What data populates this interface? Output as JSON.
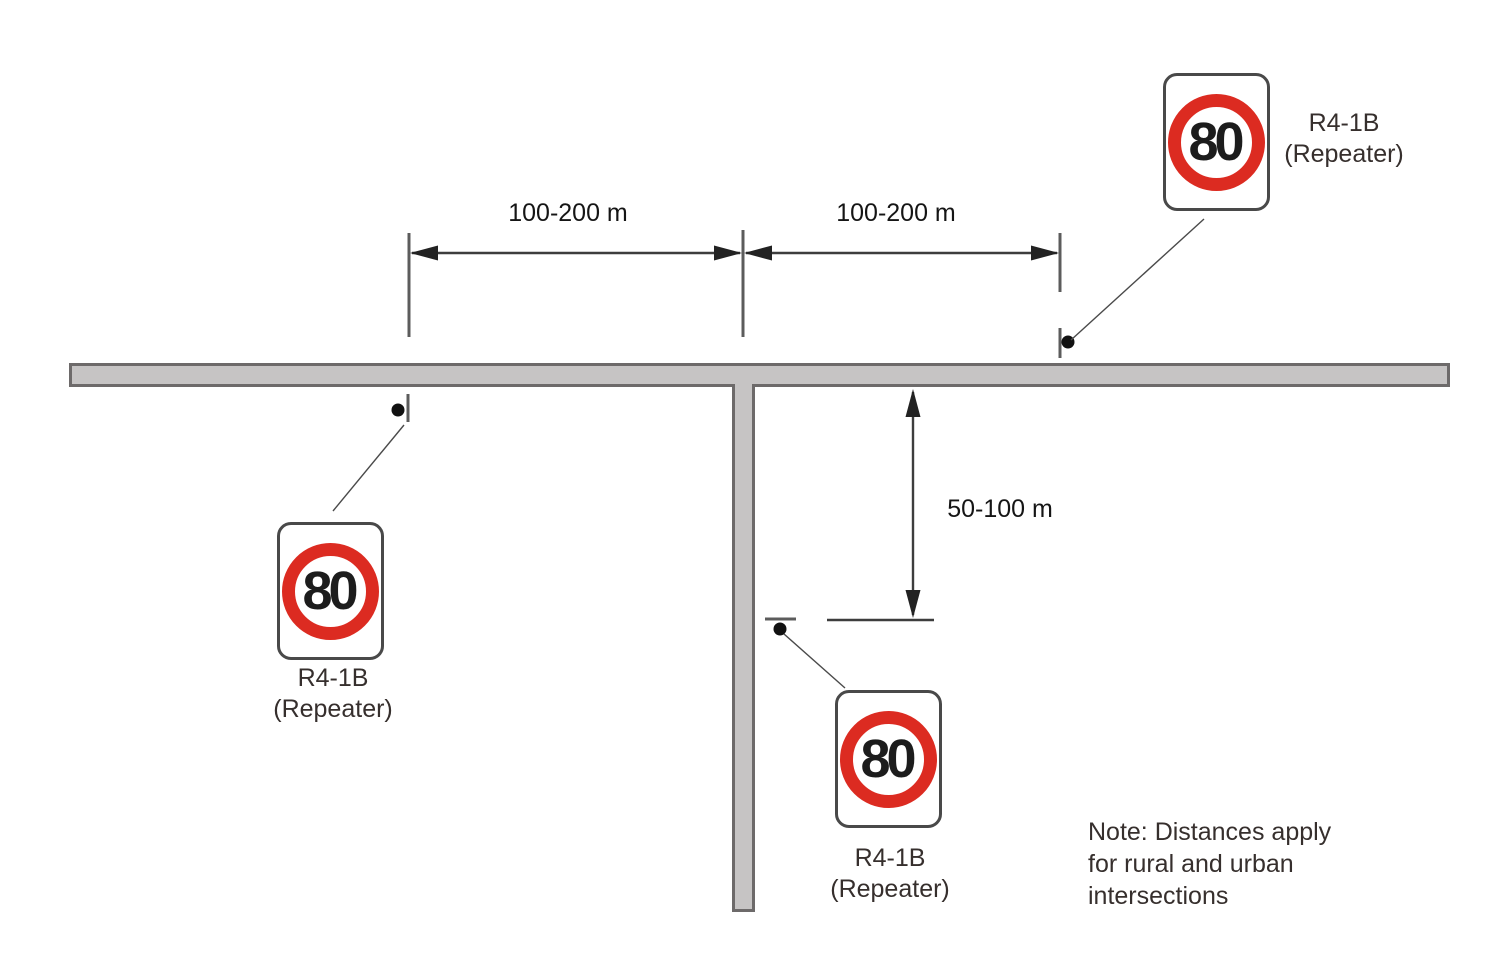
{
  "dimensions": {
    "left_span": "100-200 m",
    "right_span": "100-200 m",
    "side_road_span": "50-100 m"
  },
  "signs": {
    "top_right": {
      "speed": "80",
      "code": "R4-1B",
      "variant": "(Repeater)"
    },
    "left": {
      "speed": "80",
      "code": "R4-1B",
      "variant": "(Repeater)"
    },
    "bottom": {
      "speed": "80",
      "code": "R4-1B",
      "variant": "(Repeater)"
    }
  },
  "note": {
    "lines": [
      "Note: Distances apply",
      "for rural and urban",
      "intersections"
    ]
  },
  "colors": {
    "road_fill": "#c6c4c4",
    "road_border": "#6d6a6a",
    "sign_red": "#dc2b21",
    "sign_border": "#494949",
    "text_dark": "#151515",
    "label_gray": "#362f2d"
  }
}
